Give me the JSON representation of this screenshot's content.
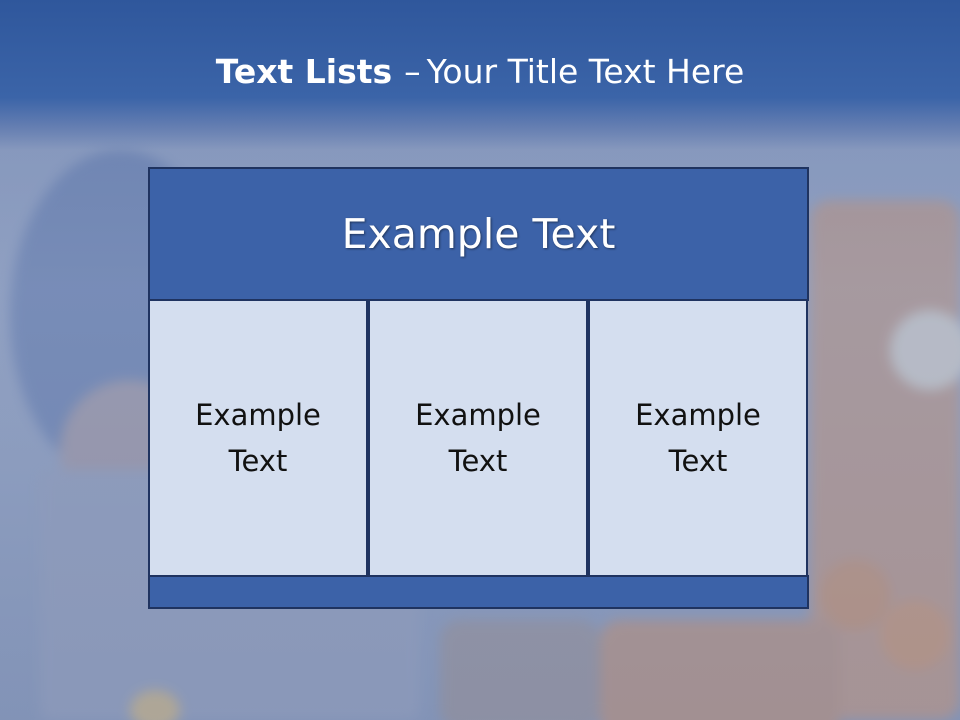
{
  "slide": {
    "title_bold": "Text Lists",
    "title_separator": "–",
    "title_rest": "Your Title Text Here",
    "header_text": "Example Text",
    "columns": [
      {
        "line1": "Example",
        "line2": "Text"
      },
      {
        "line1": "Example",
        "line2": "Text"
      },
      {
        "line1": "Example",
        "line2": "Text"
      }
    ]
  },
  "colors": {
    "title_bar": "#2f579c",
    "header_fill": "#3c62a8",
    "column_fill": "#d4deef",
    "border": "#1f3360"
  }
}
